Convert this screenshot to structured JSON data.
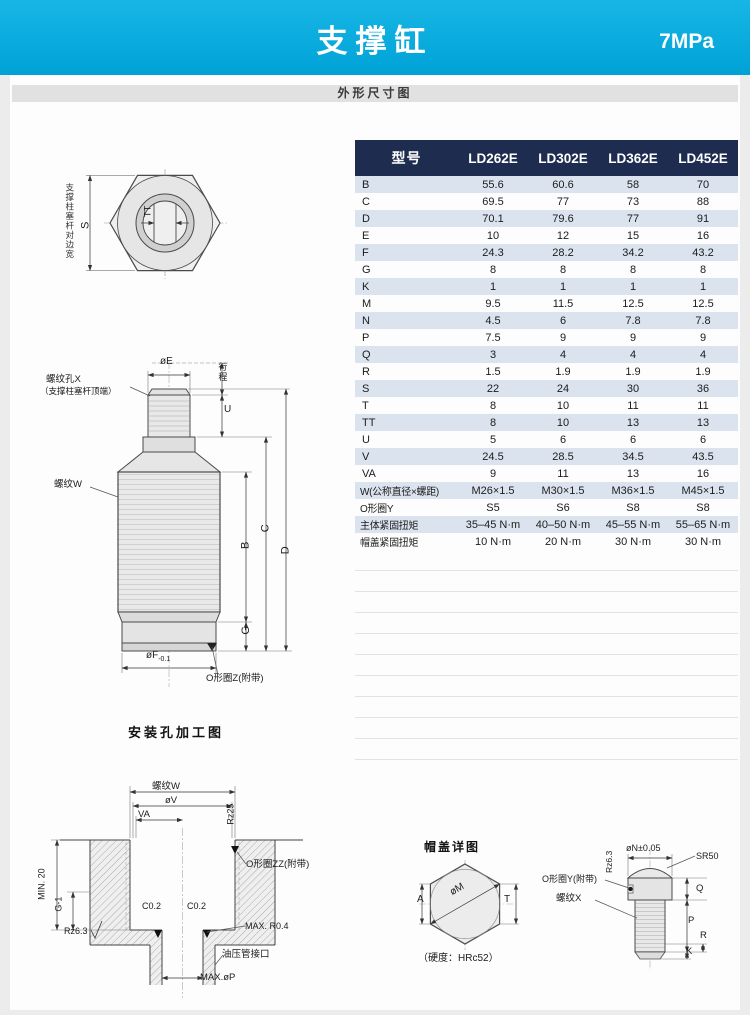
{
  "colors": {
    "header_bg": "#00a9dc",
    "table_header_bg": "#1e2c50",
    "row_shade": "#dbe3ef"
  },
  "header": {
    "title": "支撑缸",
    "pressure": "7MPa"
  },
  "section_bar": {
    "label": "外形尺寸图"
  },
  "table": {
    "model_header": "型号",
    "models": [
      "LD262E",
      "LD302E",
      "LD362E",
      "LD452E"
    ],
    "rows": [
      {
        "label": "B",
        "values": [
          "55.6",
          "60.6",
          "58",
          "70"
        ]
      },
      {
        "label": "C",
        "values": [
          "69.5",
          "77",
          "73",
          "88"
        ]
      },
      {
        "label": "D",
        "values": [
          "70.1",
          "79.6",
          "77",
          "91"
        ]
      },
      {
        "label": "E",
        "values": [
          "10",
          "12",
          "15",
          "16"
        ]
      },
      {
        "label": "F",
        "values": [
          "24.3",
          "28.2",
          "34.2",
          "43.2"
        ]
      },
      {
        "label": "G",
        "values": [
          "8",
          "8",
          "8",
          "8"
        ]
      },
      {
        "label": "K",
        "values": [
          "1",
          "1",
          "1",
          "1"
        ]
      },
      {
        "label": "M",
        "values": [
          "9.5",
          "11.5",
          "12.5",
          "12.5"
        ]
      },
      {
        "label": "N",
        "values": [
          "4.5",
          "6",
          "7.8",
          "7.8"
        ]
      },
      {
        "label": "P",
        "values": [
          "7.5",
          "9",
          "9",
          "9"
        ]
      },
      {
        "label": "Q",
        "values": [
          "3",
          "4",
          "4",
          "4"
        ]
      },
      {
        "label": "R",
        "values": [
          "1.5",
          "1.9",
          "1.9",
          "1.9"
        ]
      },
      {
        "label": "S",
        "values": [
          "22",
          "24",
          "30",
          "36"
        ]
      },
      {
        "label": "T",
        "values": [
          "8",
          "10",
          "11",
          "11"
        ]
      },
      {
        "label": "TT",
        "values": [
          "8",
          "10",
          "13",
          "13"
        ]
      },
      {
        "label": "U",
        "values": [
          "5",
          "6",
          "6",
          "6"
        ]
      },
      {
        "label": "V",
        "values": [
          "24.5",
          "28.5",
          "34.5",
          "43.5"
        ]
      },
      {
        "label": "VA",
        "values": [
          "9",
          "11",
          "13",
          "16"
        ]
      },
      {
        "label": "W(公称直径×螺距)",
        "values": [
          "M26×1.5",
          "M30×1.5",
          "M36×1.5",
          "M45×1.5"
        ]
      },
      {
        "label": "O形圈Y",
        "values": [
          "S5",
          "S6",
          "S8",
          "S8"
        ]
      },
      {
        "label": "主体紧固扭矩",
        "values": [
          "35–45 N·m",
          "40–50 N·m",
          "45–55 N·m",
          "55–65 N·m"
        ]
      },
      {
        "label": "帽盖紧固扭矩",
        "values": [
          "10 N·m",
          "20 N·m",
          "30 N·m",
          "30 N·m"
        ]
      }
    ]
  },
  "top_view": {
    "vertical_note": "支撑柱塞杆对边宽",
    "dim_s": "S",
    "dim_tt": "TT"
  },
  "side_view": {
    "thread_hole_label": "螺纹孔X",
    "thread_hole_note": "（支撑柱塞杆顶端）",
    "dim_oe": "øE",
    "stroke_label": "行程",
    "dim_u": "U",
    "thread_w_label": "螺纹W",
    "dim_b": "B",
    "dim_c": "C",
    "dim_d": "D",
    "dim_g": "G",
    "dim_of": "øF",
    "dim_of_tol": "-0.1",
    "oring_z_label": "O形圈Z(附带)"
  },
  "mounting": {
    "title": "安装孔加工图",
    "thread_w": "螺纹W",
    "dim_ov": "øV",
    "dim_va": "VA",
    "rz25": "Rz25",
    "oring_zz": "O形圈ZZ(附带)",
    "min20": "MIN. 20",
    "g1": "G-1",
    "rz63": "Rz6.3",
    "c02_left": "C0.2",
    "c02_right": "C0.2",
    "max_r04": "MAX. R0.4",
    "pipe_port": "油压管接口",
    "max_op": "MAX.øP"
  },
  "cap_detail": {
    "title": "帽盖详图",
    "dim_om": "øM",
    "dim_a": "A",
    "dim_t": "T",
    "hardness_note": "（硬度：HRc52）"
  },
  "cap_section": {
    "dim_on": "øN±0.05",
    "sr50": "SR50",
    "rz63": "Rz6.3",
    "oring_y": "O形圈Y(附带)",
    "thread_x": "螺纹X",
    "dim_p": "P",
    "dim_q": "Q",
    "dim_r": "R",
    "dim_k": "K"
  }
}
